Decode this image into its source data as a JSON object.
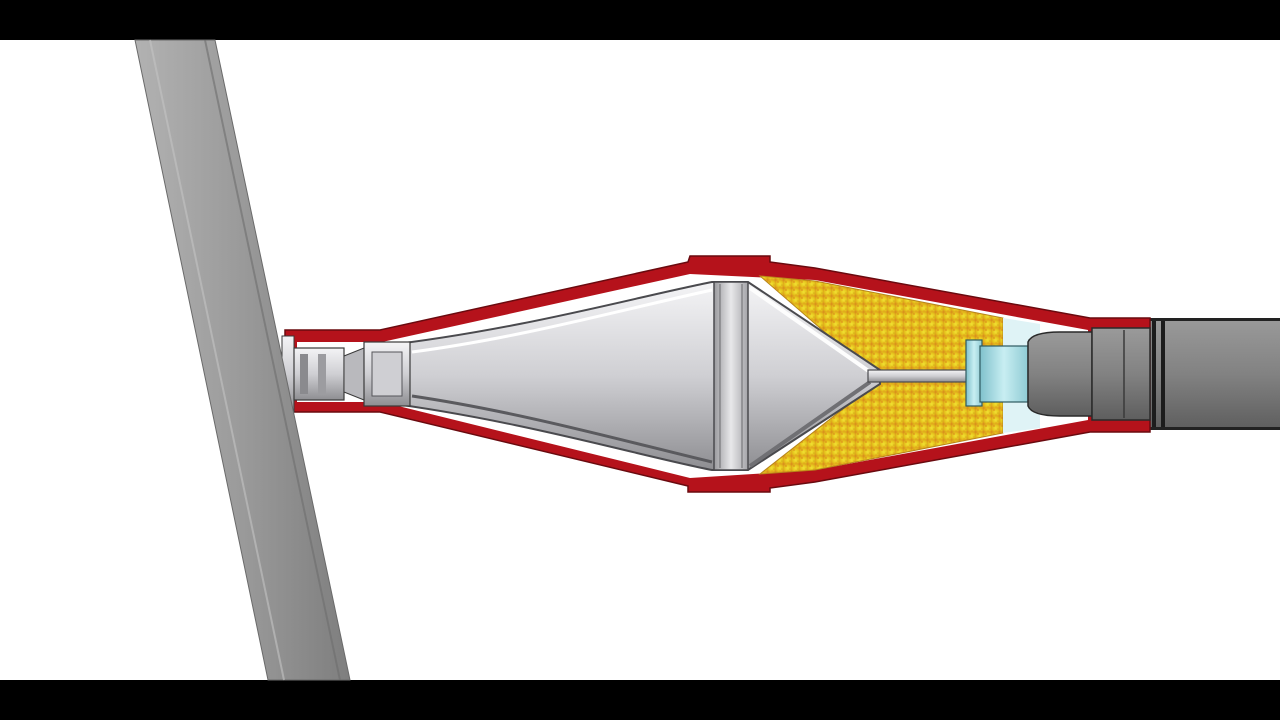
{
  "diagram": {
    "parts": [
      {
        "name": "armor-plate",
        "label": ""
      },
      {
        "name": "outer-casing",
        "label": ""
      },
      {
        "name": "metal-liner",
        "label": ""
      },
      {
        "name": "explosive-filler",
        "label": ""
      },
      {
        "name": "detonator",
        "label": ""
      },
      {
        "name": "tail-boom",
        "label": ""
      }
    ],
    "colors": {
      "letterbox": "#000000",
      "background": "#ffffff",
      "casing": "#b5121b",
      "liner_light": "#e6e6e8",
      "liner_dark": "#8c8c90",
      "explosive_main": "#e8c81e",
      "explosive_accent": "#d9651a",
      "detonator": "#a9dde4",
      "armor": "#9a9a9a",
      "tail": "#7d7d7d"
    }
  }
}
